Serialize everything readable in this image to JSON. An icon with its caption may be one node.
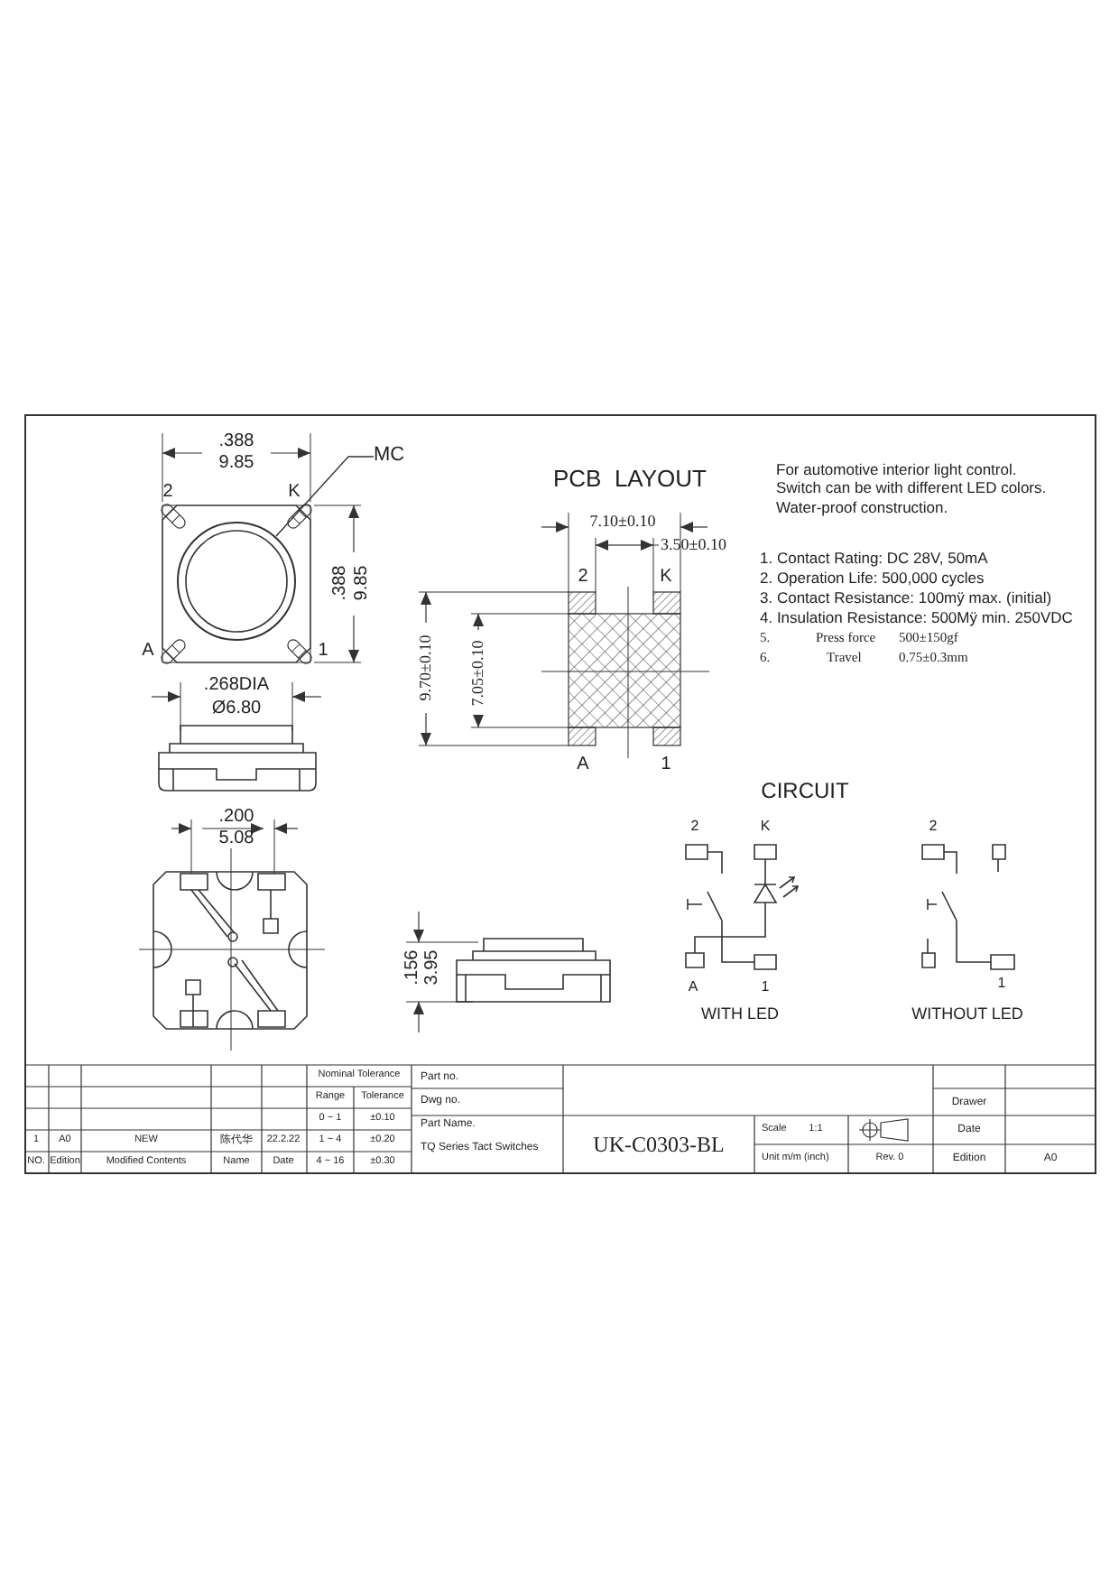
{
  "diagram": {
    "nodes": [
      {
        "text": [
          "MC"
        ]
      },
      {
        "text": [],
        "shape": "circle"
      }
    ],
    "edges": [
      {
        "from": 0,
        "to": 1,
        "arrow": "none"
      }
    ],
    "labels": [
      ".388",
      "9.85",
      "2",
      "K",
      ".388",
      "9.85",
      "A",
      "1",
      ".268DIA",
      "Ø6.80",
      "PCB  LAYOUT",
      "For automotive interior light control.",
      "Switch can be with different LED colors.",
      "Water-proof construction.",
      "1. Contact Rating: DC 28V, 50mA",
      "2. Operation Life: 500,000 cycles",
      "3. Contact Resistance: 100mÿ max. (initial)",
      "4. Insulation Resistance: 500Mÿ min. 250VDC",
      "5.",
      "Press force",
      "500±150gf",
      "6.",
      "Travel",
      "0.75±0.3mm",
      "7.10±0.10",
      "3.50±0.10",
      "2",
      "K",
      "9.70±0.10",
      "7.05±0.10",
      "A",
      "1",
      "CIRCUIT",
      "2",
      "K",
      "A",
      "1",
      "WITH LED",
      "2",
      "1",
      "WITHOUT LED",
      ".200",
      "5.08",
      ".156",
      "3.95",
      "Nominal Tolerance",
      "Part no.",
      "Range",
      "Tolerance",
      "Dwg no.",
      "Drawer",
      "0 ~ 1",
      "±0.10",
      "Part Name.",
      "1",
      "A0",
      "NEW",
      "陈代华",
      "22.2.22",
      "1 ~ 4",
      "±0.20",
      "TQ Series Tact Switches",
      "UK-C0303-BL",
      "Scale",
      "1:1",
      "Date",
      "NO.",
      "Edition",
      "Modified Contents",
      "Name",
      "Date",
      "4 ~ 16",
      "±0.30",
      "Unit m/m (inch)",
      "Rev. 0",
      "Edition",
      "A0"
    ]
  }
}
